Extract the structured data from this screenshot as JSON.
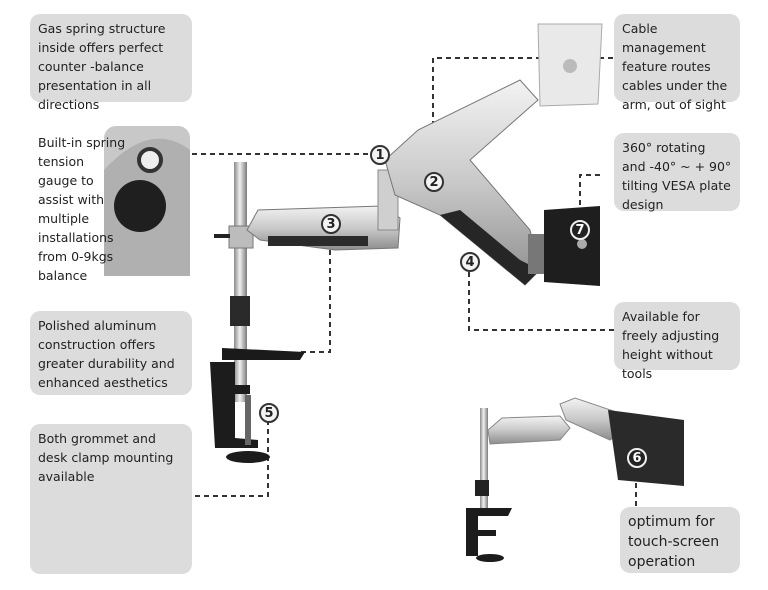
{
  "callouts": {
    "gas_spring": "Gas spring structure inside offers perfect counter -balance presentation in all directions",
    "tension_gauge": "Built-in spring tension gauge to assist with multiple installations from 0-9kgs balance",
    "aluminum": "Polished aluminum construction offers greater durability and enhanced aesthetics",
    "mounting": "Both grommet and desk clamp mounting available",
    "cable": "Cable management feature routes cables under the arm, out of sight",
    "rotating": "360° rotating and -40° ~ + 90° tilting VESA plate design",
    "height": "Available for freely adjusting height without tools",
    "touch": "optimum for touch-screen operation"
  },
  "markers": [
    "1",
    "2",
    "3",
    "4",
    "5",
    "6",
    "7"
  ],
  "colors": {
    "callout_bg": "#dcdcdc",
    "dashed_line": "#333333"
  }
}
